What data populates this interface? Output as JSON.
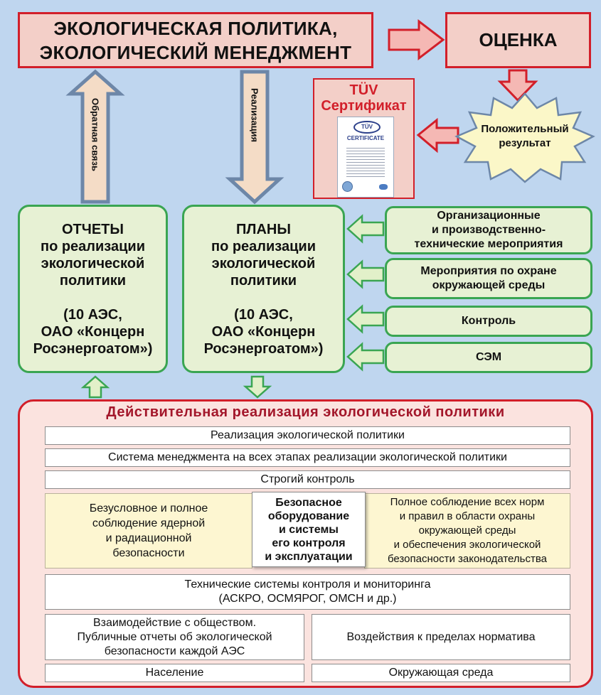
{
  "top": {
    "policy": "ЭКОЛОГИЧЕСКАЯ ПОЛИТИКА,\nЭКОЛОГИЧЕСКИЙ МЕНЕДЖМЕНТ",
    "assessment": "ОЦЕНКА"
  },
  "arrows": {
    "feedback": "Обратная связь",
    "implementation": "Реализация"
  },
  "certificate": {
    "title": "TÜV\nСертификат",
    "logo": "TÜV",
    "doc_heading": "CERTIFICATE"
  },
  "positive_result": "Положительный\nрезультат",
  "reports": "ОТЧЕТЫ\nпо реализации\nэкологической\nполитики\n\n(10 АЭС,\nОАО «Концерн\nРосэнергоатом»)",
  "plans": "ПЛАНЫ\nпо реализации\nэкологической\nполитики\n\n(10 АЭС,\nОАО «Концерн\nРосэнергоатом»)",
  "inputs": [
    "Организационные\nи производственно-\nтехнические мероприятия",
    "Мероприятия по охране\nокружающей среды",
    "Контроль",
    "СЭМ"
  ],
  "bottom": {
    "title": "Действительная реализация экологической политики",
    "row1": "Реализация экологической политики",
    "row2": "Система менеджмента на всех этапах реализации экологической политики",
    "row3": "Строгий контроль",
    "left_yellow": "Безусловное и полное\nсоблюдение ядерной\nи радиационной\nбезопасности",
    "center_white": "Безопасное\nоборудование\nи системы\nего контроля\nи эксплуатации",
    "right_yellow": "Полное соблюдение всех норм\nи правил в области охраны\nокружающей среды\nи обеспечения экологической\nбезопасности законодательства",
    "row5": "Технические системы контроля и мониторинга\n(АСКРО, ОСМЯРОГ, ОМСН и др.)",
    "row6_left": "Взаимодействие с обществом.\nПубличные отчеты об экологической\nбезопасности каждой АЭС",
    "row6_right": "Воздействия к пределах норматива",
    "row7_left": "Население",
    "row7_right": "Окружающая среда"
  },
  "colors": {
    "background": "#bfd6ef",
    "pink_fill": "#f3cfc8",
    "red_border": "#d21f2a",
    "green_border": "#3aa552",
    "green_fill": "#e7f1d4",
    "blue_arrow_border": "#6d87a8",
    "arrow_fill": "#f4dcc6",
    "burst_fill": "#fbf7c8",
    "title_red": "#a3162a"
  }
}
